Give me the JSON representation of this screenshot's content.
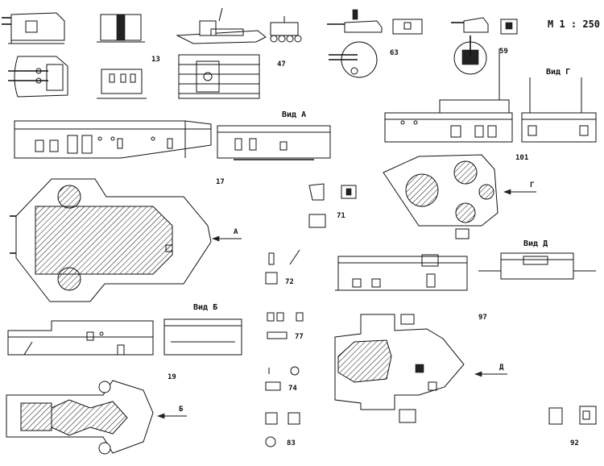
{
  "drawing": {
    "scale": "М 1 : 250",
    "views": {
      "vid_a": "Вид А",
      "vid_b": "Вид Б",
      "vid_g": "Вид Г",
      "vid_d": "Вид Д"
    },
    "arrows": {
      "a": "А",
      "b": "Б",
      "g": "Г",
      "d": "Д"
    },
    "part_numbers": {
      "p13": "13",
      "p47": "47",
      "p63": "63",
      "p59": "59",
      "p17": "17",
      "p101": "101",
      "p71": "71",
      "p72": "72",
      "p19": "19",
      "p77": "77",
      "p74": "74",
      "p83": "83",
      "p97": "97",
      "p92": "92"
    }
  }
}
